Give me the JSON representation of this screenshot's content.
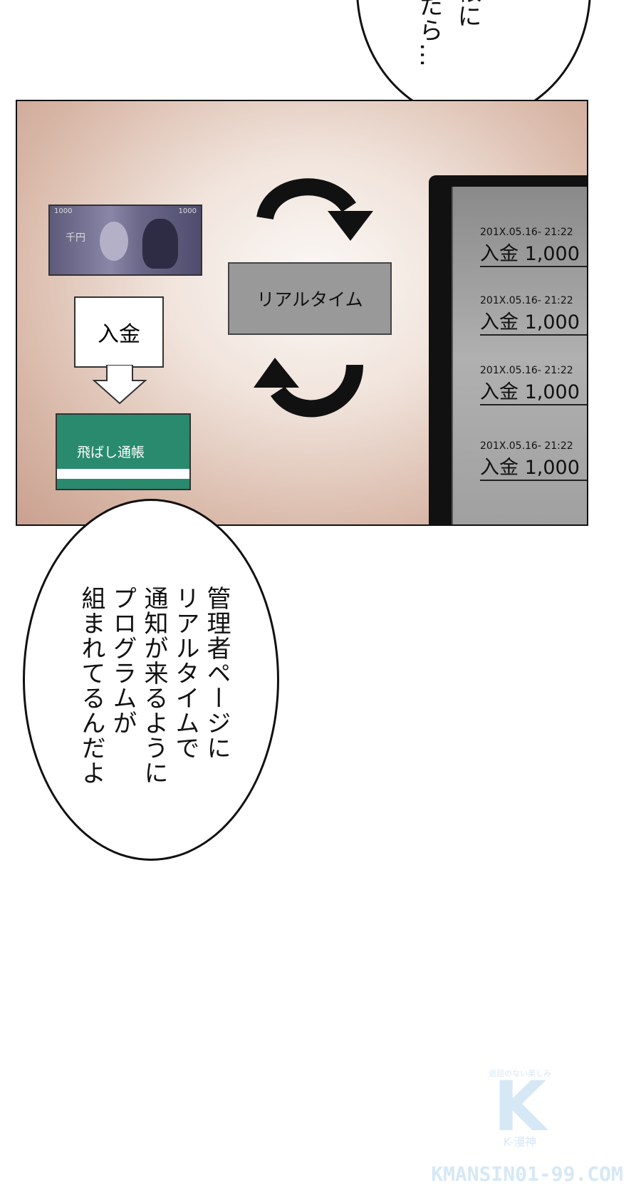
{
  "top_bubble": {
    "lines": [
      "帳に",
      "たら…"
    ]
  },
  "panel": {
    "banknote": {
      "denomination": "1000",
      "label": "千円"
    },
    "deposit_label": "入金",
    "passbook_label": "飛ばし通帳",
    "realtime_label": "リアルタイム",
    "phone_entries": [
      {
        "datetime": "201X.05.16- 21:22",
        "amount": "入金 1,000"
      },
      {
        "datetime": "201X.05.16- 21:22",
        "amount": "入金 1,000"
      },
      {
        "datetime": "201X.05.16- 21:22",
        "amount": "入金 1,000"
      },
      {
        "datetime": "201X.05.16- 21:22",
        "amount": "入金 1,000"
      }
    ]
  },
  "bottom_bubble": {
    "lines": [
      "管理者ページに",
      "リアルタイムで",
      "通知が来るように",
      "プログラムが",
      "組まれてるんだよ"
    ]
  },
  "watermark": {
    "tagline": "退屈のない楽しみ",
    "logo": "K",
    "name": "K-漫神",
    "site": "KMANSIN01-99.COM",
    "color": "#d6e8f6"
  }
}
